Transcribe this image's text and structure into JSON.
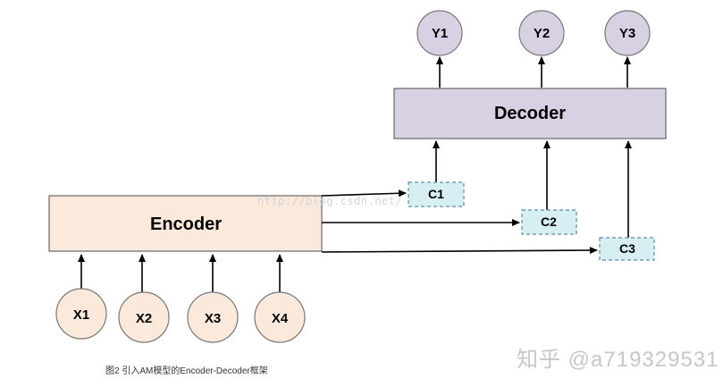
{
  "decoder": {
    "label": "Decoder"
  },
  "encoder": {
    "label": "Encoder"
  },
  "outputs": [
    "Y1",
    "Y2",
    "Y3"
  ],
  "inputs": [
    "X1",
    "X2",
    "X3",
    "X4"
  ],
  "contexts": [
    "C1",
    "C2",
    "C3"
  ],
  "caption": "图2 引入AM模型的Encoder-Decoder框架",
  "watermark": {
    "url": "http://blog.csdn.net/",
    "handle": "知乎 @a719329531"
  },
  "colors": {
    "decoder_fill": "#d8d0e3",
    "encoder_fill": "#fbe9dc",
    "node_fill": "#fbe9dc",
    "output_fill": "#d8d0e3",
    "context_fill": "#d7eef3",
    "context_border": "#5b8ea6",
    "stroke": "#000000"
  }
}
